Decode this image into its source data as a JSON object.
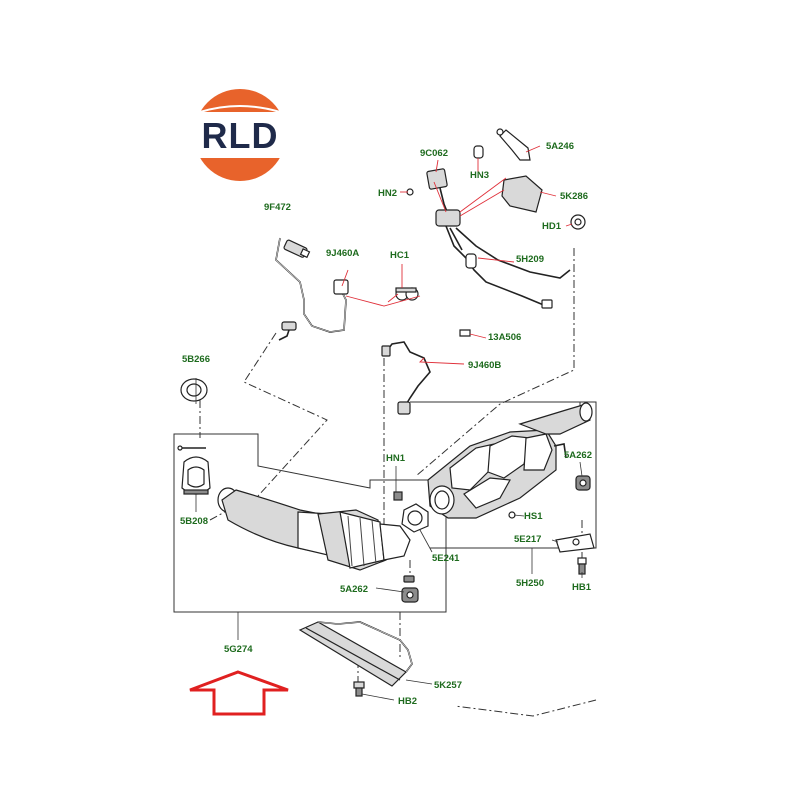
{
  "logo": {
    "text": "RLD",
    "ring_color": "#e8632b",
    "text_color": "#1f2a4a"
  },
  "parts": {
    "p9F472": "9F472",
    "p9J460A": "9J460A",
    "pHC1": "HC1",
    "p9C062": "9C062",
    "pHN2": "HN2",
    "pHN3": "HN3",
    "p5A246": "5A246",
    "p5K286": "5K286",
    "pHD1": "HD1",
    "p5H209": "5H209",
    "p13A506": "13A506",
    "p9J460B": "9J460B",
    "p5B266": "5B266",
    "p5B208": "5B208",
    "pHN1": "HN1",
    "p5A262a": "5A262",
    "pHS1": "HS1",
    "p5E241": "5E241",
    "p5E217": "5E217",
    "p5H250": "5H250",
    "pHB1": "HB1",
    "p5A262b": "5A262",
    "p5G274": "5G274",
    "p5K257": "5K257",
    "pHB2": "HB2"
  },
  "colors": {
    "label": "#1e6b1e",
    "leader": "#e0303a",
    "arrow": "#e02020"
  },
  "arrow_icon": "up-arrow-outline-icon"
}
